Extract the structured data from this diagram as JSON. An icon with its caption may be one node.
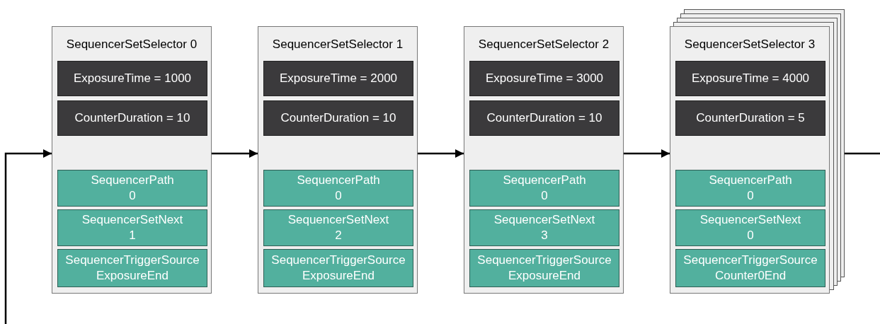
{
  "diagram": {
    "nodes": [
      {
        "text": [
          "SequencerSetSelector 0"
        ]
      },
      {
        "text": [
          "ExposureTime = 1000"
        ],
        "in": 0
      },
      {
        "text": [
          "CounterDuration = 10"
        ],
        "in": 0
      },
      {
        "text": [
          "SequencerPath",
          "0"
        ],
        "in": 0
      },
      {
        "text": [
          "SequencerSetNext",
          "1"
        ],
        "in": 0
      },
      {
        "text": [
          "SequencerTriggerSource",
          "ExposureEnd"
        ],
        "in": 0
      },
      {
        "text": [
          "SequencerSetSelector 1"
        ]
      },
      {
        "text": [
          "ExposureTime = 2000"
        ],
        "in": 6
      },
      {
        "text": [
          "CounterDuration = 10"
        ],
        "in": 6
      },
      {
        "text": [
          "SequencerPath",
          "0"
        ],
        "in": 6
      },
      {
        "text": [
          "SequencerSetNext",
          "2"
        ],
        "in": 6
      },
      {
        "text": [
          "SequencerTriggerSource",
          "ExposureEnd"
        ],
        "in": 6
      },
      {
        "text": [
          "SequencerSetSelector 2"
        ]
      },
      {
        "text": [
          "ExposureTime = 3000"
        ],
        "in": 12
      },
      {
        "text": [
          "CounterDuration = 10"
        ],
        "in": 12
      },
      {
        "text": [
          "SequencerPath",
          "0"
        ],
        "in": 12
      },
      {
        "text": [
          "SequencerSetNext",
          "3"
        ],
        "in": 12
      },
      {
        "text": [
          "SequencerTriggerSource",
          "ExposureEnd"
        ],
        "in": 12
      },
      {
        "text": [
          "SequencerSetSelector 3"
        ]
      },
      {
        "text": [
          "ExposureTime = 4000"
        ],
        "in": 18
      },
      {
        "text": [
          "CounterDuration = 5"
        ],
        "in": 18
      },
      {
        "text": [
          "SequencerPath",
          "0"
        ],
        "in": 18
      },
      {
        "text": [
          "SequencerSetNext",
          "0"
        ],
        "in": 18
      },
      {
        "text": [
          "SequencerTriggerSource",
          "Counter0End"
        ],
        "in": 18
      }
    ],
    "edges": [
      {
        "from": null,
        "to": 0,
        "arrow": "to"
      },
      {
        "from": 0,
        "to": 6,
        "arrow": "to"
      },
      {
        "from": 6,
        "to": 12,
        "arrow": "to"
      },
      {
        "from": 12,
        "to": 18,
        "arrow": "to"
      },
      {
        "from": 18,
        "to": null,
        "arrow": "none"
      }
    ]
  }
}
